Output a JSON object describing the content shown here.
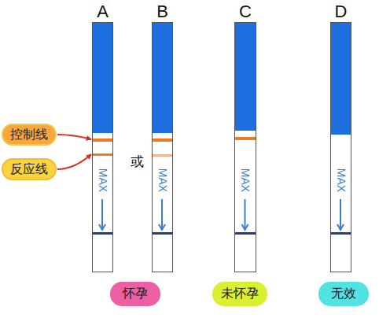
{
  "diagram": {
    "nodes": [
      {
        "text": [
          "A",
          "MAX"
        ]
      },
      {
        "text": [
          "B",
          "MAX"
        ]
      },
      {
        "text": [
          "C",
          "MAX"
        ]
      },
      {
        "text": [
          "D",
          "MAX"
        ]
      },
      {
        "text": [
          "控制线"
        ]
      },
      {
        "text": [
          "反应线"
        ]
      },
      {
        "text": [
          "怀孕"
        ]
      },
      {
        "text": [
          "未怀孕"
        ]
      },
      {
        "text": [
          "无效"
        ]
      }
    ],
    "edges": [
      {
        "from": 4,
        "to": 0,
        "arrow": "to"
      },
      {
        "from": 5,
        "to": 0,
        "arrow": "to"
      }
    ],
    "labels": [
      "或"
    ]
  }
}
